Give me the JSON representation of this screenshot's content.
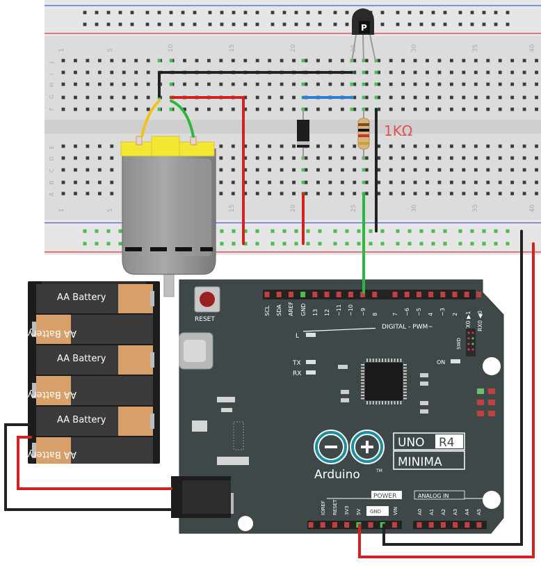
{
  "breadboard": {
    "column_numbers": [
      "1",
      "5",
      "10",
      "15",
      "20",
      "25",
      "30",
      "35",
      "40"
    ],
    "row_letters_top": [
      "J",
      "I",
      "H",
      "G",
      "F"
    ],
    "row_letters_bottom": [
      "E",
      "D",
      "C",
      "B",
      "A"
    ]
  },
  "resistor": {
    "label": "1KΩ"
  },
  "battery_pack": {
    "cells": [
      "AA Battery",
      "AA Battery",
      "AA Battery",
      "AA Battery",
      "AA Battery",
      "AA Battery"
    ]
  },
  "arduino": {
    "reset_label": "RESET",
    "digital_header_labels": [
      "SCL",
      "SDA",
      "AREF",
      "GND",
      "13",
      "12",
      "~11",
      "~10",
      "~9",
      "8",
      "7",
      "~6",
      "~5",
      "4",
      "~3",
      "2",
      "TX0 ▶1",
      "RX0 ◀0"
    ],
    "digital_pwm_label": "DIGITAL  -  PWM~",
    "swd_label": "SWD",
    "led_l_label": "L",
    "led_tx_label": "TX",
    "led_rx_label": "RX",
    "led_on_label": "ON",
    "brand_label": "Arduino",
    "trademark": "TM",
    "model_uno": "UNO",
    "model_r4": "R4",
    "model_minima": "MINIMA",
    "power_label": "POWER",
    "analog_in_label": "ANALOG IN",
    "power_pins": [
      "IOREF",
      "RESET",
      "3V3",
      "5V",
      "GND",
      "VIN"
    ],
    "gnd_box_label": "GND",
    "analog_pins": [
      "A0",
      "A1",
      "A2",
      "A3",
      "A4",
      "A5"
    ]
  },
  "colors": {
    "wire_black": "#222222",
    "wire_red": "#d32020",
    "wire_green": "#2db83d",
    "wire_blue": "#2a7fd4",
    "wire_yellow": "#f2c21a",
    "board_fill": "#3f4848",
    "resistor_label": "#e05252"
  }
}
